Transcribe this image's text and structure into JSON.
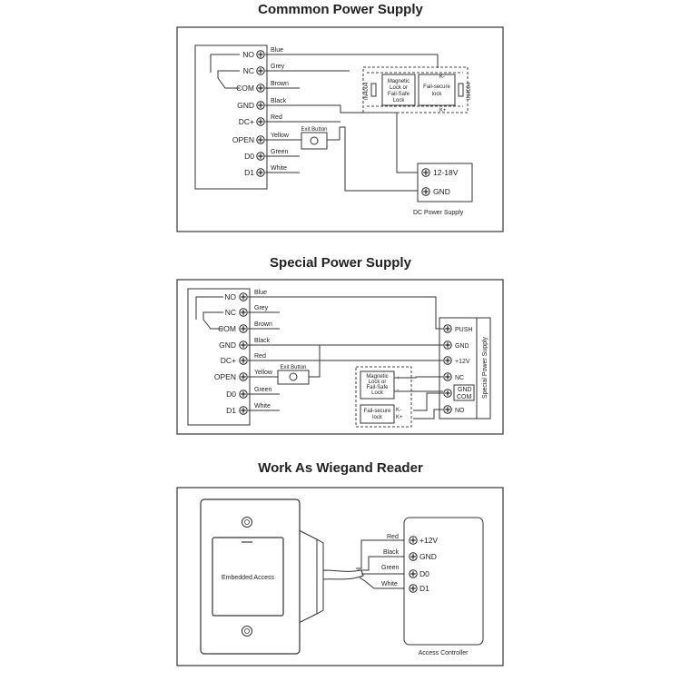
{
  "sections": {
    "common": {
      "title": "Commmon Power Supply",
      "terminals": [
        "NO",
        "NC",
        "COM",
        "GND",
        "DC+",
        "OPEN",
        "D0",
        "D1"
      ],
      "wires": [
        "Blue",
        "Grey",
        "Brown",
        "Black",
        "Red",
        "Yellow",
        "Green",
        "White"
      ],
      "exit_button": "Exit Button",
      "lock_magnetic": [
        "Magnetic",
        "Lock or",
        "Fail-Safe",
        "Lock"
      ],
      "lock_failsecure": [
        "Fail-secure",
        "lock"
      ],
      "diode_left": "IN4004",
      "diode_right": "IN4004",
      "pol_top": "K-",
      "pol_bottom": "K+",
      "psu_pos": "12-18V",
      "psu_gnd": "GND",
      "psu_label": "DC Power Supply"
    },
    "special": {
      "title": "Special Power Supply",
      "terminals": [
        "NO",
        "NC",
        "COM",
        "GND",
        "DC+",
        "OPEN",
        "D0",
        "D1"
      ],
      "wires": [
        "Blue",
        "Grey",
        "Brown",
        "Black",
        "Red",
        "Yellow",
        "Green",
        "White"
      ],
      "exit_button": "Exit Button",
      "lock_magnetic": [
        "Magnetic",
        "Lock or",
        "Fail-Safe",
        "Lock"
      ],
      "lock_failsecure": [
        "Fail-secure",
        "lock"
      ],
      "pol_plus": "+",
      "pol_minus": "-",
      "pol_kminus": "K-",
      "pol_kplus": "K+",
      "psu_terminals": [
        "PUSH",
        "GND",
        "+12V",
        "NC",
        "GND",
        "COM",
        "NO"
      ],
      "psu_label": "Special Power Supply"
    },
    "wiegand": {
      "title": "Work As Wiegand Reader",
      "reader_label": "Embedded Access",
      "wires": [
        "Red",
        "Black",
        "Green",
        "White"
      ],
      "controller_terminals": [
        "+12V",
        "GND",
        "D0",
        "D1"
      ],
      "controller_label": "Access Controller"
    }
  }
}
